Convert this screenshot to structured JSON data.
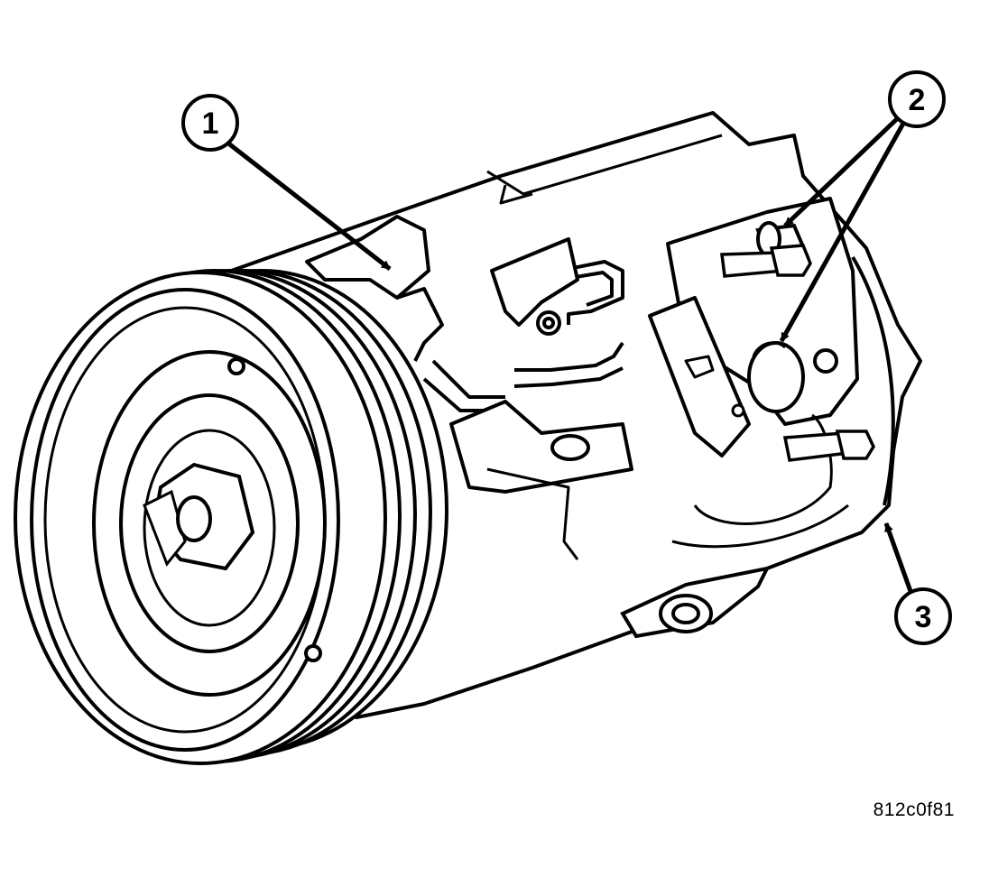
{
  "callouts": [
    {
      "number": "1"
    },
    {
      "number": "2"
    },
    {
      "number": "3"
    }
  ],
  "figure_code": "812c0f81",
  "colors": {
    "line": "#000000",
    "background": "#ffffff"
  }
}
